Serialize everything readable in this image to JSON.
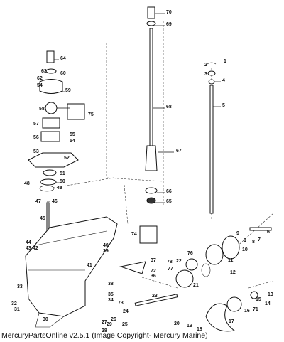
{
  "caption": "MercuryPartsOnline v2.5.1 (Image Copyright- Mercury Marine)",
  "labels": [
    "70",
    "69",
    "68",
    "67",
    "66",
    "65",
    "1",
    "2",
    "3",
    "4",
    "5",
    "64",
    "63",
    "62",
    "60",
    "54",
    "59",
    "58",
    "75",
    "57",
    "56",
    "55",
    "54b",
    "53",
    "52",
    "51",
    "48",
    "50",
    "49",
    "47",
    "46",
    "45",
    "44",
    "43",
    "42",
    "41",
    "40",
    "39",
    "74",
    "73",
    "72",
    "37",
    "36",
    "38",
    "35",
    "34",
    "33",
    "32",
    "31",
    "30",
    "29",
    "28",
    "27",
    "26",
    "25",
    "24",
    "23",
    "22",
    "21",
    "20",
    "19",
    "18",
    "17",
    "16",
    "15",
    "14",
    "13",
    "12",
    "11",
    "10",
    "9",
    "8",
    "7",
    "6",
    "71",
    "77",
    "76",
    "78",
    "1b"
  ],
  "label_text": {
    "70": "70",
    "69": "69",
    "68": "68",
    "67": "67",
    "66": "66",
    "65": "65",
    "1": "1",
    "2": "2",
    "3": "3",
    "4": "4",
    "5": "5",
    "64": "64",
    "63": "63",
    "62": "62",
    "60": "60",
    "54": "54",
    "59": "59",
    "58": "58",
    "75": "75",
    "57": "57",
    "56": "56",
    "55": "55",
    "54b": "54",
    "53": "53",
    "52": "52",
    "51": "51",
    "48": "48",
    "50": "50",
    "49": "49",
    "47": "47",
    "46": "46",
    "45": "45",
    "44": "44",
    "43": "43",
    "42": "42",
    "41": "41",
    "40": "40",
    "39": "39",
    "74": "74",
    "73": "73",
    "72": "72",
    "37": "37",
    "36": "36",
    "38": "38",
    "35": "35",
    "34": "34",
    "33": "33",
    "32": "32",
    "31": "31",
    "30": "30",
    "29": "29",
    "28": "28",
    "27": "27",
    "26": "26",
    "25": "25",
    "24": "24",
    "23": "23",
    "22": "22",
    "21": "21",
    "20": "20",
    "19": "19",
    "18": "18",
    "17": "17",
    "16": "16",
    "15": "15",
    "14": "14",
    "13": "13",
    "12": "12",
    "11": "11",
    "10": "10",
    "9": "9",
    "8": "8",
    "7": "7",
    "6": "6",
    "71": "71",
    "77": "77",
    "76": "76",
    "78": "78",
    "1b": "1"
  }
}
